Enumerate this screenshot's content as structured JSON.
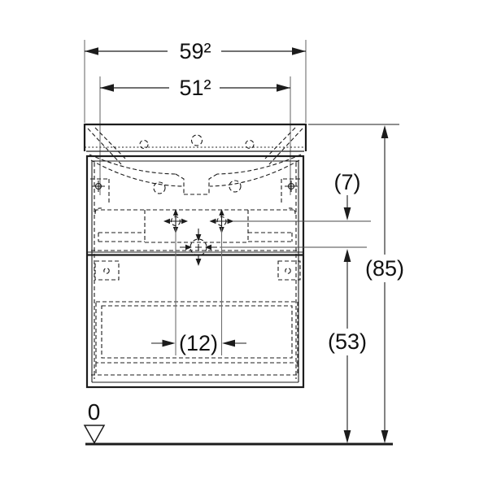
{
  "meta": {
    "background": "#ffffff",
    "line_color": "#1c1c1c",
    "extension_line_color": "#6f6f6f",
    "text_color": "#111111"
  },
  "dimensions": {
    "overall_width": {
      "label": "59²"
    },
    "fixing_width": {
      "label": "51²"
    },
    "supply_offset": {
      "label": "(7)"
    },
    "overall_height": {
      "label": "(85)"
    },
    "trap_height": {
      "label": "(53)"
    },
    "supply_spacing": {
      "label": "(12)"
    },
    "datum": {
      "label": "0"
    }
  },
  "symbols": {
    "water_supply_left": "crosshair-target-icon",
    "water_supply_right": "crosshair-target-icon",
    "waste_outlet": "drain-crosshair-circle-icon",
    "datum_level": "open-triangle-datum-icon"
  }
}
